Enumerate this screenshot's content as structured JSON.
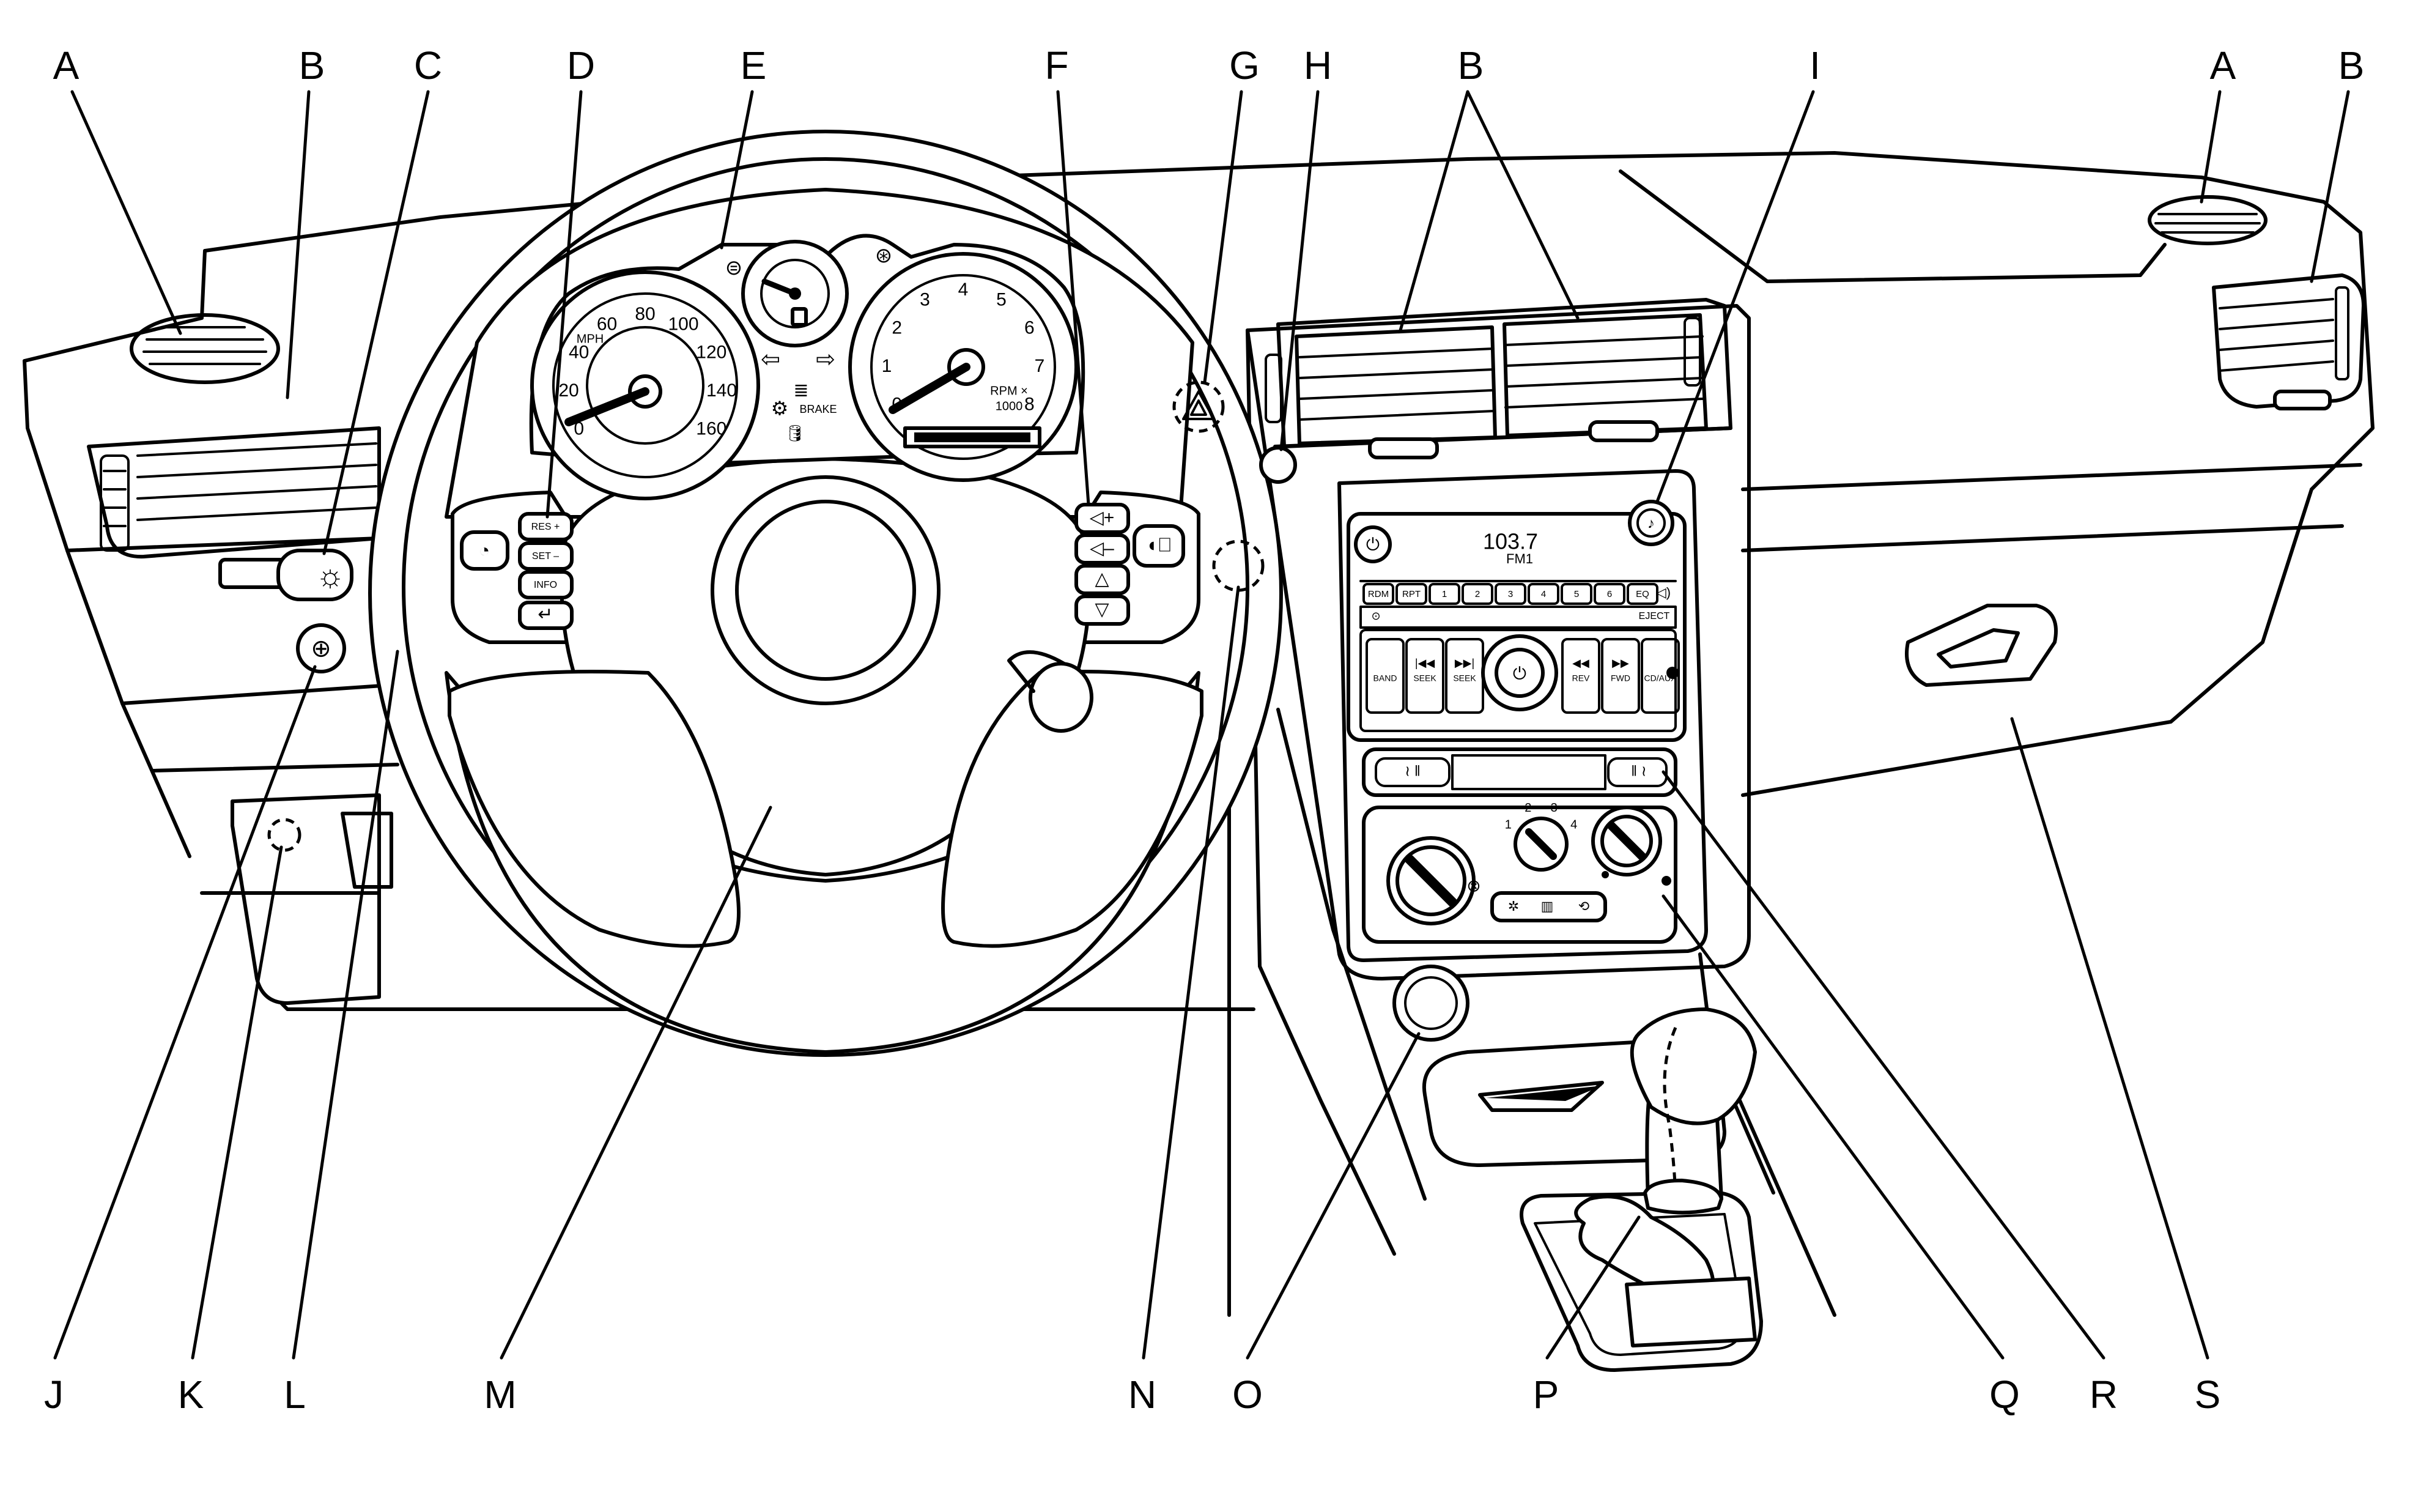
{
  "callouts": {
    "top": [
      "A",
      "B",
      "C",
      "D",
      "E",
      "F",
      "G",
      "H",
      "B",
      "I",
      "A",
      "B"
    ],
    "bottom": [
      "J",
      "K",
      "L",
      "M",
      "N",
      "O",
      "P",
      "Q",
      "R",
      "S"
    ]
  },
  "cluster": {
    "speedo_unit": "MPH",
    "speedo_ticks": [
      "0",
      "20",
      "40",
      "60",
      "80",
      "100",
      "120",
      "140",
      "160"
    ],
    "tach_unit": "RPM ×",
    "tach_unit2": "1000",
    "tach_ticks": [
      "0",
      "1",
      "2",
      "3",
      "4",
      "5",
      "6",
      "7",
      "8"
    ],
    "brake_label": "BRAKE"
  },
  "radio": {
    "frequency": "103.7",
    "band_indicator": "FM1",
    "preset_row": [
      "RDM",
      "RPT",
      "1",
      "2",
      "3",
      "4",
      "5",
      "6",
      "EQ"
    ],
    "eject_label": "EJECT",
    "buttons": {
      "band": "BAND",
      "seek_back_symbol": "|◀◀",
      "seek_back": "SEEK",
      "seek_fwd_symbol": "▶▶|",
      "seek_fwd": "SEEK",
      "rev_symbol": "◀◀",
      "rev": "REV",
      "fwd_symbol": "▶▶",
      "fwd": "FWD",
      "cd_aux": "CD/AUX"
    }
  },
  "wheel_controls": {
    "res": "RES +",
    "set": "SET –",
    "info": "INFO"
  },
  "hvac": {
    "fan_ticks": [
      "1",
      "2",
      "3",
      "4"
    ]
  }
}
